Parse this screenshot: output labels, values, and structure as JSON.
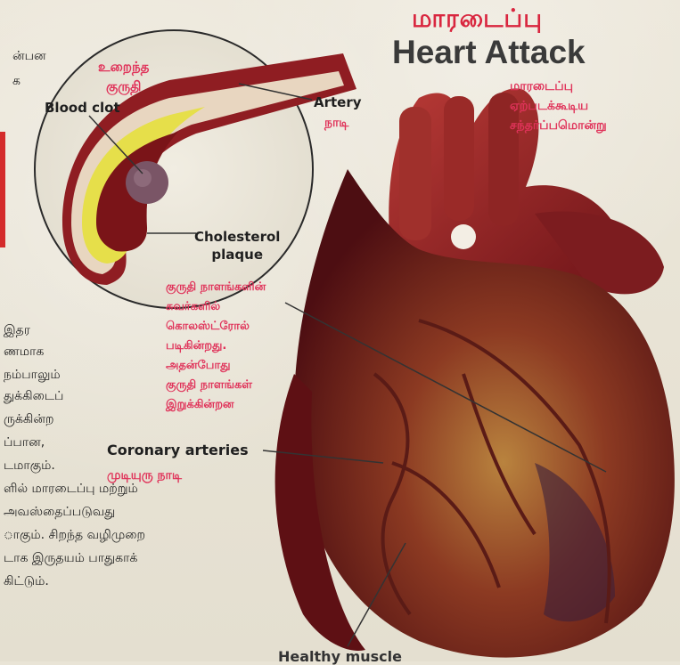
{
  "title": {
    "tamil": "மாரடைப்பு",
    "english": "Heart Attack"
  },
  "heart_caption": [
    "மாரடைப்பு",
    "ஏற்படக்கூடிய",
    "சந்தர்ப்பமொன்று"
  ],
  "clot_tamil": [
    "உறைந்த",
    "குருதி"
  ],
  "labels": {
    "blood_clot": "Blood clot",
    "artery": "Artery",
    "artery_tamil": "நாடி",
    "cholesterol": "Cholesterol",
    "plaque": "plaque",
    "coronary": "Coronary arteries",
    "coronary_tamil": "முடியுரு நாடி",
    "healthy": "Healthy muscle"
  },
  "plaque_note": [
    "குருதி நாளங்களின்",
    "சுவர்களில்",
    "கொலஸ்ட்ரோல்",
    "படிகின்றது.",
    "அதன்போது",
    "குருதி நாளங்கள்",
    "இறுக்கின்றன"
  ],
  "left_text_top": [
    "ன்பன",
    "க"
  ],
  "left_text_body": [
    "இதர",
    "ணமாக",
    "நம்பாலும்",
    "துக்கிடைப்",
    "ருக்கின்ற",
    "ப்பான,",
    "டமாகும்.",
    "ளில் மாரடைப்பு மற்றும்",
    "அவஸ்தைப்படுவது",
    "ாகும். சிறந்த வழிமுறை",
    "டாக இருதயம் பாதுகாக்",
    "கிட்டும்."
  ],
  "colors": {
    "accent_red": "#e0335a",
    "title_red": "#d9263f",
    "heart_dark": "#6e1418",
    "artery_red": "#8f1d22",
    "background": "#e9e4d6"
  }
}
